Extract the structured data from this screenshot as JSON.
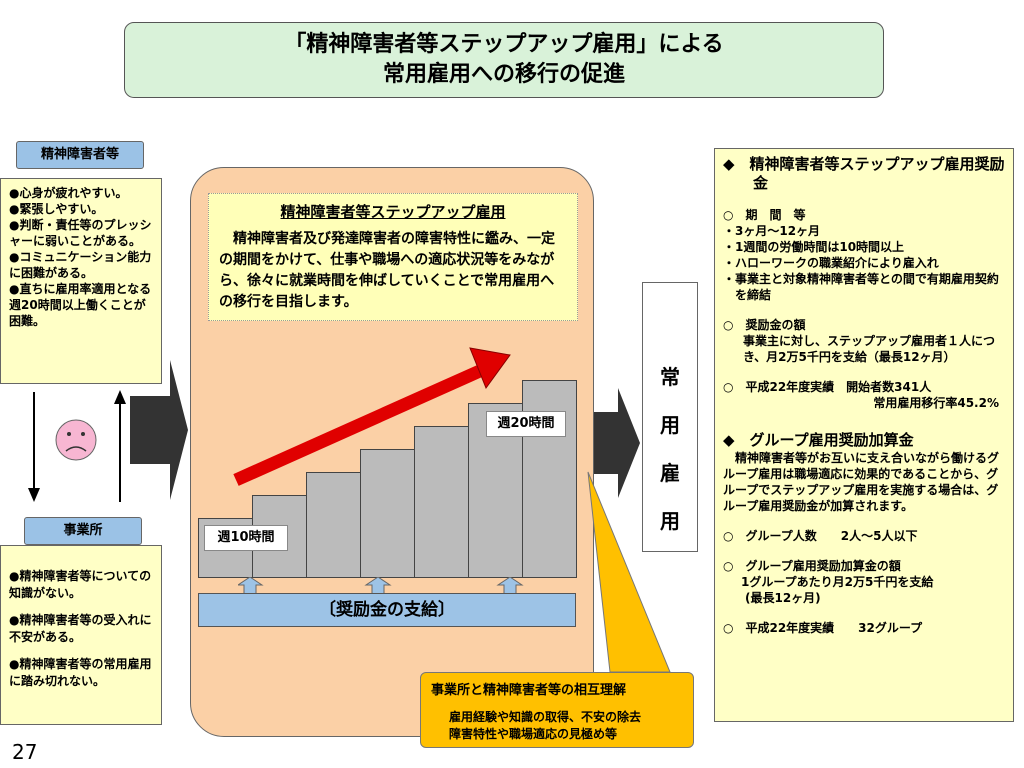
{
  "title": {
    "line1": "「精神障害者等ステップアップ雇用」による",
    "line2": "常用雇用への移行の促進"
  },
  "left_top": {
    "label": "精神障害者等",
    "items": [
      "●心身が疲れやすい。",
      "●緊張しやすい。",
      "●判断・責任等のプレッシャーに弱いことがある。",
      "●コミュニケーション能力に困難がある。",
      "●直ちに雇用率適用となる週20時間以上働くことが困難。"
    ]
  },
  "left_bottom": {
    "label": "事業所",
    "items": [
      "●精神障害者等についての知識がない。",
      "●精神障害者等の受入れに不安がある。",
      "●精神障害者等の常用雇用に踏み切れない。"
    ]
  },
  "center": {
    "title": "精神障害者等ステップアップ雇用",
    "description": "精神障害者及び発達障害者の障害特性に鑑み、一定の期間をかけて、仕事や職場への適応状況等をみながら、徐々に就業時間を伸ばしていくことで常用雇用への移行を目指します。",
    "label_start": "週10時間",
    "label_end": "週20時間",
    "subsidy": "〔奨励金の支給〕"
  },
  "steps": {
    "values": [
      1,
      2,
      3,
      4,
      5,
      6,
      7
    ]
  },
  "right_target": {
    "chars": [
      "常",
      "用",
      "雇",
      "用"
    ]
  },
  "orange": {
    "title": "事業所と精神障害者等の相互理解",
    "line1": "雇用経験や知識の取得、不安の除去",
    "line2": "障害特性や職場適応の見極め等"
  },
  "right_box": {
    "heading1": "◆　精神障害者等ステップアップ雇用奨励金",
    "period_label": "○　期　間　等",
    "period_items": [
      "・3ヶ月～12ヶ月",
      "・1週間の労働時間は10時間以上",
      "・ハローワークの職業紹介により雇入れ",
      "・事業主と対象精神障害者等との間で有期雇用契約を締結"
    ],
    "amount_label": "○　奨励金の額",
    "amount_text": "事業主に対し、ステップアップ雇用者１人につき、月2万5千円を支給（最長12ヶ月）",
    "result_label": "○　平成22年度実績　開始者数341人",
    "result_rate": "常用雇用移行率45.2%",
    "heading2": "◆　グループ雇用奨励加算金",
    "group_desc": "精神障害者等がお互いに支え合いながら働けるグループ雇用は職場適応に効果的であることから、グループでステップアップ雇用を実施する場合は、グループ雇用奨励金が加算されます。",
    "group_size": "○　グループ人数　　2人～5人以下",
    "group_amount_label": "○　グループ雇用奨励加算金の額",
    "group_amount_1": "1グループあたり月2万5千円を支給",
    "group_amount_2": "(最長12ヶ月)",
    "group_result": "○　平成22年度実績　　32グループ"
  },
  "page_number": "27"
}
